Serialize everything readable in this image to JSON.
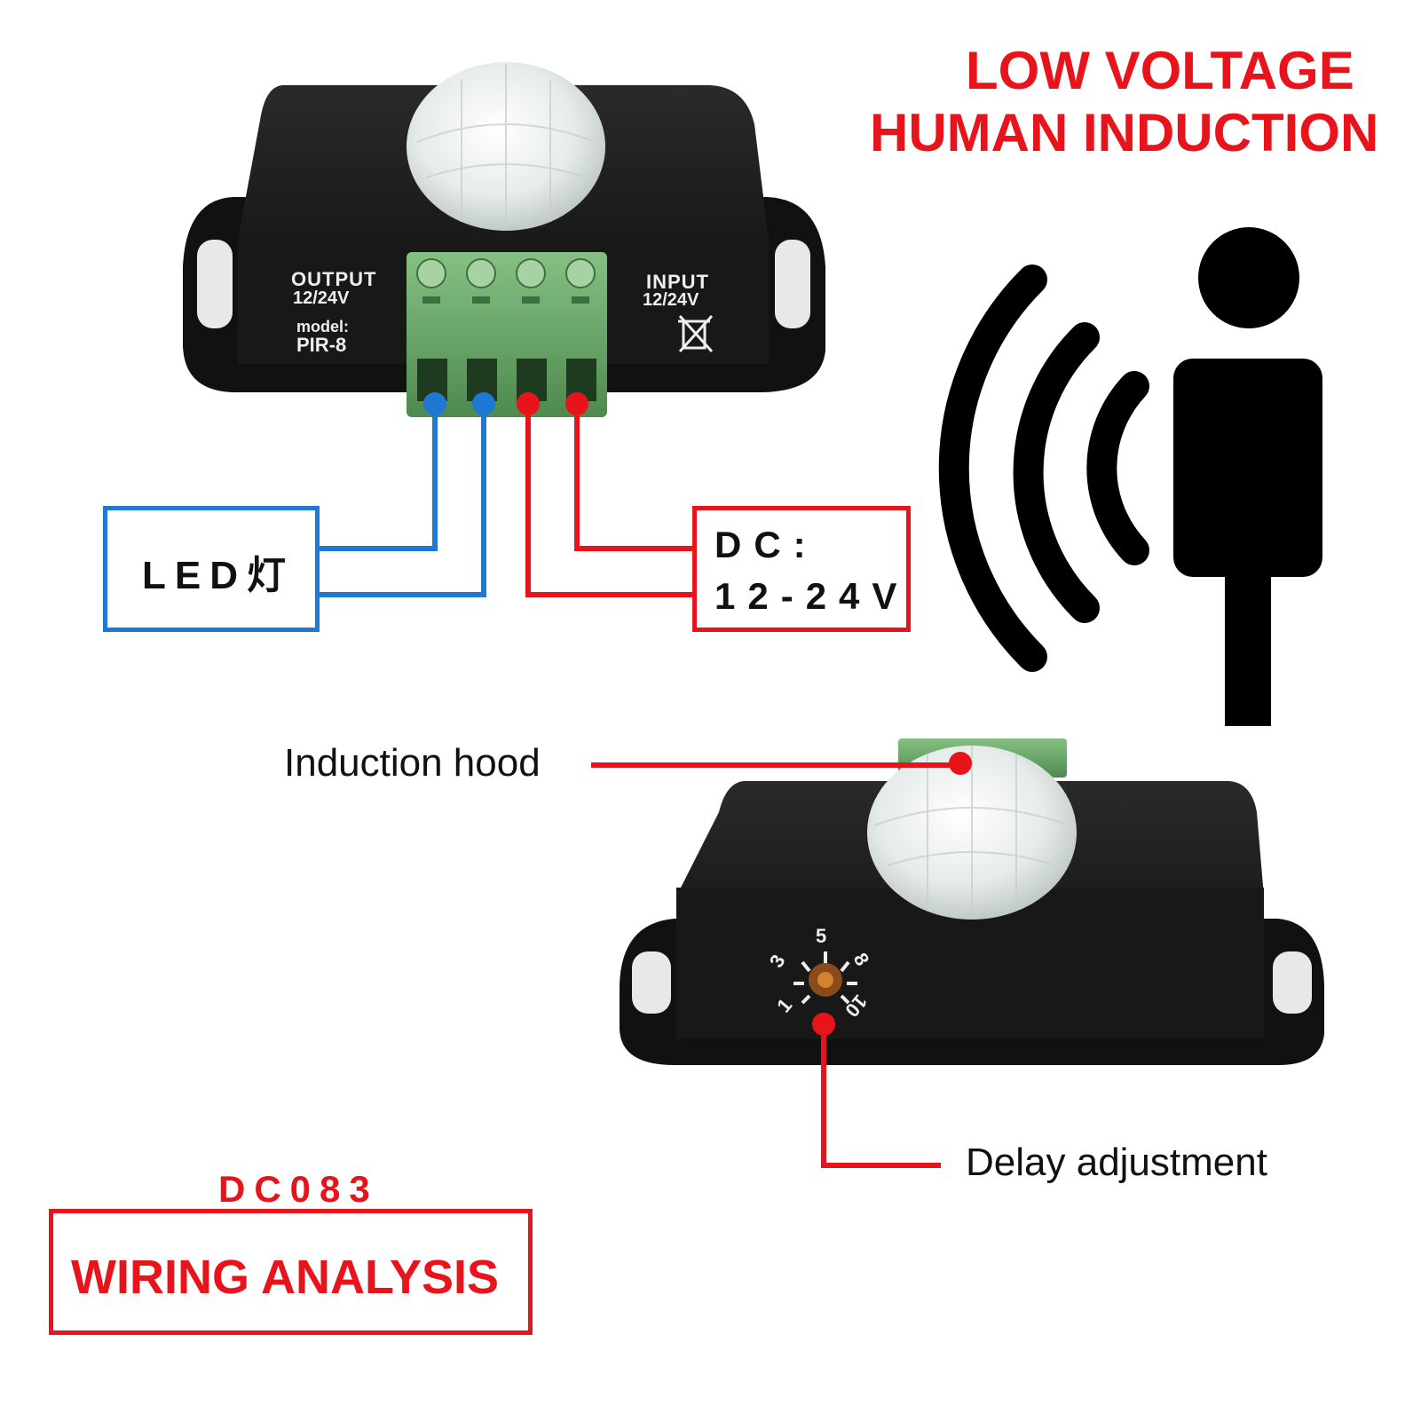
{
  "header": {
    "line1": "LOW VOLTAGE",
    "line2": "HUMAN INDUCTION"
  },
  "device_top": {
    "output_label": "OUTPUT",
    "output_voltage": "12/24V",
    "model_label": "model:",
    "model_value": "PIR-8",
    "input_label": "INPUT",
    "input_voltage": "12/24V"
  },
  "wiring": {
    "led_label": "LED灯",
    "dc_line1": "DC:",
    "dc_line2": "12-24V"
  },
  "callouts": {
    "induction_hood": "Induction hood",
    "delay_adjustment": "Delay adjustment"
  },
  "dial": {
    "marks": [
      "1",
      "3",
      "5",
      "8",
      "10"
    ]
  },
  "footer": {
    "model_code": "DC083",
    "wiring_analysis": "WIRING ANALYSIS"
  },
  "colors": {
    "accent_red": "#e8141c",
    "accent_blue": "#1f78d1",
    "terminal_green": "#6aa86a",
    "device_black": "#141414"
  },
  "icons": [
    "motion-wave-icon",
    "person-icon",
    "recycle-bin-icon"
  ]
}
